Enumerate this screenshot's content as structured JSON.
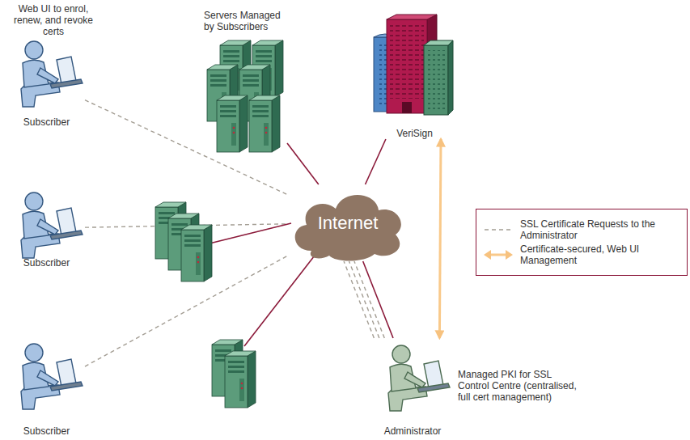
{
  "diagram": {
    "nodes": [
      {
        "text": [
          "Subscriber"
        ]
      },
      {
        "text": [
          "Subscriber"
        ]
      },
      {
        "text": [
          "Subscriber"
        ]
      },
      {
        "text": [
          "Servers Managed by Subscribers"
        ]
      },
      {
        "text": [
          "VeriSign"
        ]
      },
      {
        "text": [
          "Internet"
        ]
      },
      {
        "text": [
          "Administrator",
          "Managed PKI for SSL Control Centre (centralised, full cert management)"
        ]
      }
    ],
    "edges": [
      {
        "from": 0,
        "to": 5,
        "arrow": "none"
      },
      {
        "from": 1,
        "to": 5,
        "arrow": "none"
      },
      {
        "from": 2,
        "to": 5,
        "arrow": "none"
      },
      {
        "from": 3,
        "to": 5,
        "arrow": "none"
      },
      {
        "from": 4,
        "to": 5,
        "arrow": "none"
      },
      {
        "from": 6,
        "to": 5,
        "arrow": "none"
      },
      {
        "from": 6,
        "to": 5,
        "arrow": "none"
      },
      {
        "from": 6,
        "to": 5,
        "arrow": "none"
      },
      {
        "from": 6,
        "to": 5,
        "arrow": "none"
      },
      {
        "from": 4,
        "to": 6,
        "arrow": "both"
      }
    ],
    "labels": [
      "Web UI to enrol, renew, and revoke certs"
    ],
    "legend": [
      {
        "text": "SSL Certificate Requests to the Administrator"
      },
      {
        "text": "Certificate-secured, Web UI Management"
      }
    ]
  }
}
